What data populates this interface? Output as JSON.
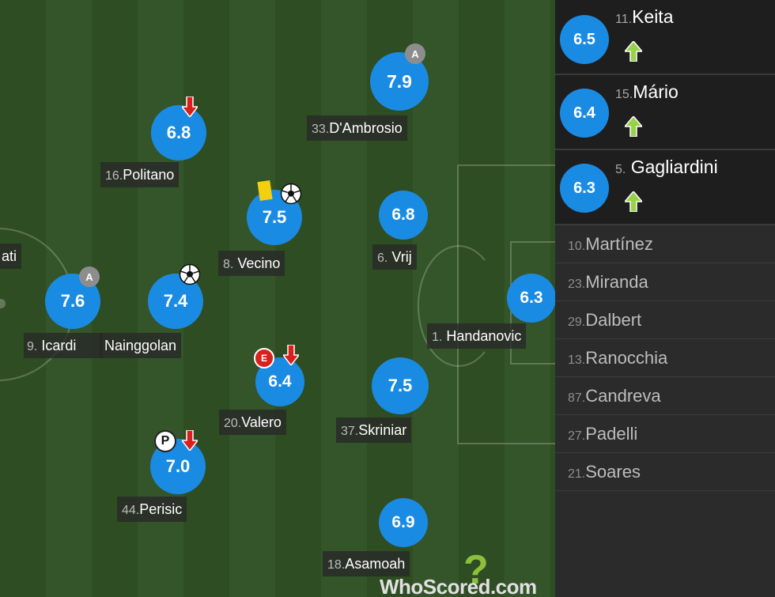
{
  "players": [
    {
      "id": "politano",
      "number": "16.",
      "name": "Politano",
      "rating": "6.8"
    },
    {
      "id": "dambrosio",
      "number": "33.",
      "name": "D'Ambrosio",
      "rating": "7.9"
    },
    {
      "id": "vecino",
      "number": "8.",
      "name": "Vecino",
      "rating": "7.5"
    },
    {
      "id": "vrij",
      "number": "6.",
      "name": "Vrij",
      "rating": "6.8"
    },
    {
      "id": "icardi",
      "number": "9.",
      "name": "Icardi",
      "rating": "7.6"
    },
    {
      "id": "nainggolan",
      "number": "",
      "name": "Nainggolan",
      "rating": "7.4"
    },
    {
      "id": "handanovic",
      "number": "1.",
      "name": "Handanovic",
      "rating": "6.3"
    },
    {
      "id": "valero",
      "number": "20.",
      "name": "Valero",
      "rating": "6.4"
    },
    {
      "id": "skriniar",
      "number": "37.",
      "name": "Skriniar",
      "rating": "7.5"
    },
    {
      "id": "perisic",
      "number": "44.",
      "name": "Perisic",
      "rating": "7.0"
    },
    {
      "id": "asamoah",
      "number": "18.",
      "name": "Asamoah",
      "rating": "6.9"
    },
    {
      "id": "partial",
      "number": "",
      "name": "ati",
      "rating": ""
    }
  ],
  "badges": {
    "assist": "A",
    "error": "E",
    "penalty": "P"
  },
  "substitutes": [
    {
      "number": "11.",
      "name": "Keita",
      "rating": "6.5"
    },
    {
      "number": "15.",
      "name": "Mário",
      "rating": "6.4"
    },
    {
      "number": "5.",
      "name": "Gagliardini",
      "rating": "6.3"
    }
  ],
  "bench": [
    {
      "number": "10.",
      "name": "Martínez"
    },
    {
      "number": "23.",
      "name": "Miranda"
    },
    {
      "number": "29.",
      "name": "Dalbert"
    },
    {
      "number": "13.",
      "name": "Ranocchia"
    },
    {
      "number": "87.",
      "name": "Candreva"
    },
    {
      "number": "27.",
      "name": "Padelli"
    },
    {
      "number": "21.",
      "name": "Soares"
    }
  ],
  "logo": {
    "text": "WhoScored.com",
    "mark": "?"
  },
  "colors": {
    "rating": "#1a8be3",
    "sub_arrow": "#9ad14b",
    "sub_off_arrow": "#d9201e",
    "yellow_card": "#f3cf10"
  }
}
